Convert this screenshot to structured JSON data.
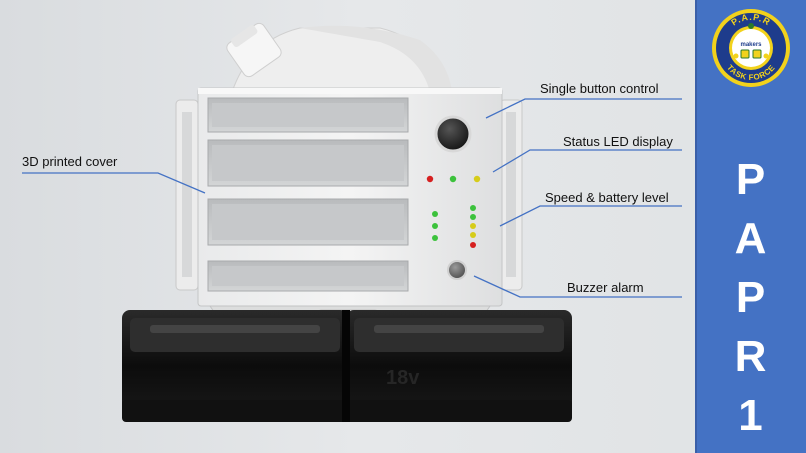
{
  "callouts": {
    "cover": "3D printed cover",
    "button": "Single button control",
    "status_led": "Status LED display",
    "speed_battery": "Speed & battery level",
    "buzzer": "Buzzer alarm"
  },
  "sidebar": {
    "letters": [
      "P",
      "A",
      "P",
      "R",
      "1"
    ],
    "background": "#4472c4"
  },
  "badge": {
    "top_text": "P.A.P.R",
    "bottom_text": "TASK FORCE",
    "center_text": "makers",
    "ring_color": "#1e3c8c",
    "fill_color": "#f2d21c"
  },
  "battery": {
    "printed_text": "18v"
  },
  "led_colors": {
    "red": "#d62020",
    "green": "#3cc23c",
    "yellow": "#d6cc1a"
  }
}
